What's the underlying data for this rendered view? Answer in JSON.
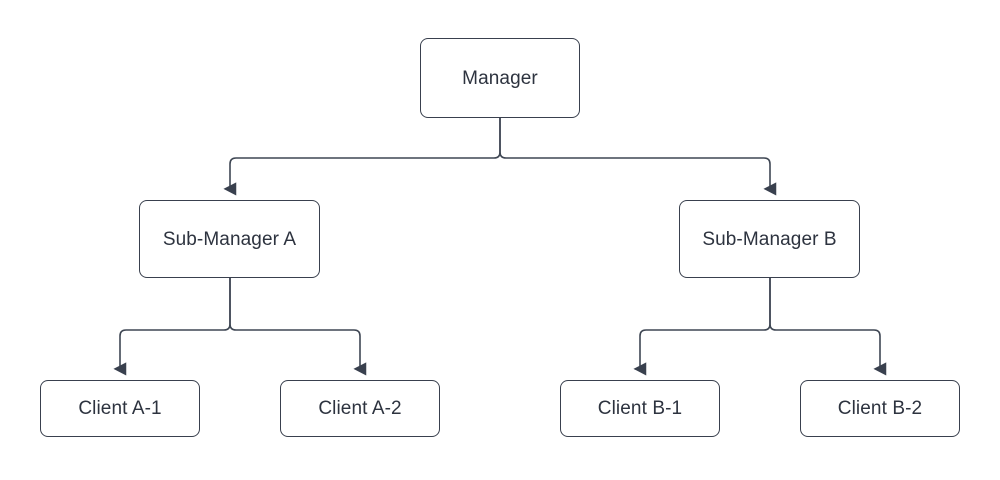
{
  "diagram": {
    "type": "org-chart",
    "title": "",
    "orientation": "top-down",
    "colors": {
      "background": "#ffffff",
      "node_fill": "#ffffff",
      "node_stroke": "#39404e",
      "text": "#2d333f",
      "edge": "#3f4754",
      "arrowhead": "#39404e"
    },
    "nodes": {
      "root": {
        "label": "Manager"
      },
      "sub_a": {
        "label": "Sub-Manager A"
      },
      "sub_b": {
        "label": "Sub-Manager B"
      },
      "client_a1": {
        "label": "Client A-1"
      },
      "client_a2": {
        "label": "Client A-2"
      },
      "client_b1": {
        "label": "Client B-1"
      },
      "client_b2": {
        "label": "Client B-2"
      }
    },
    "edges": [
      {
        "from": "Manager",
        "to": "Sub-Manager A",
        "arrow": "to"
      },
      {
        "from": "Manager",
        "to": "Sub-Manager B",
        "arrow": "to"
      },
      {
        "from": "Sub-Manager A",
        "to": "Client A-1",
        "arrow": "to"
      },
      {
        "from": "Sub-Manager A",
        "to": "Client A-2",
        "arrow": "to"
      },
      {
        "from": "Sub-Manager B",
        "to": "Client B-1",
        "arrow": "to"
      },
      {
        "from": "Sub-Manager B",
        "to": "Client B-2",
        "arrow": "to"
      }
    ]
  }
}
